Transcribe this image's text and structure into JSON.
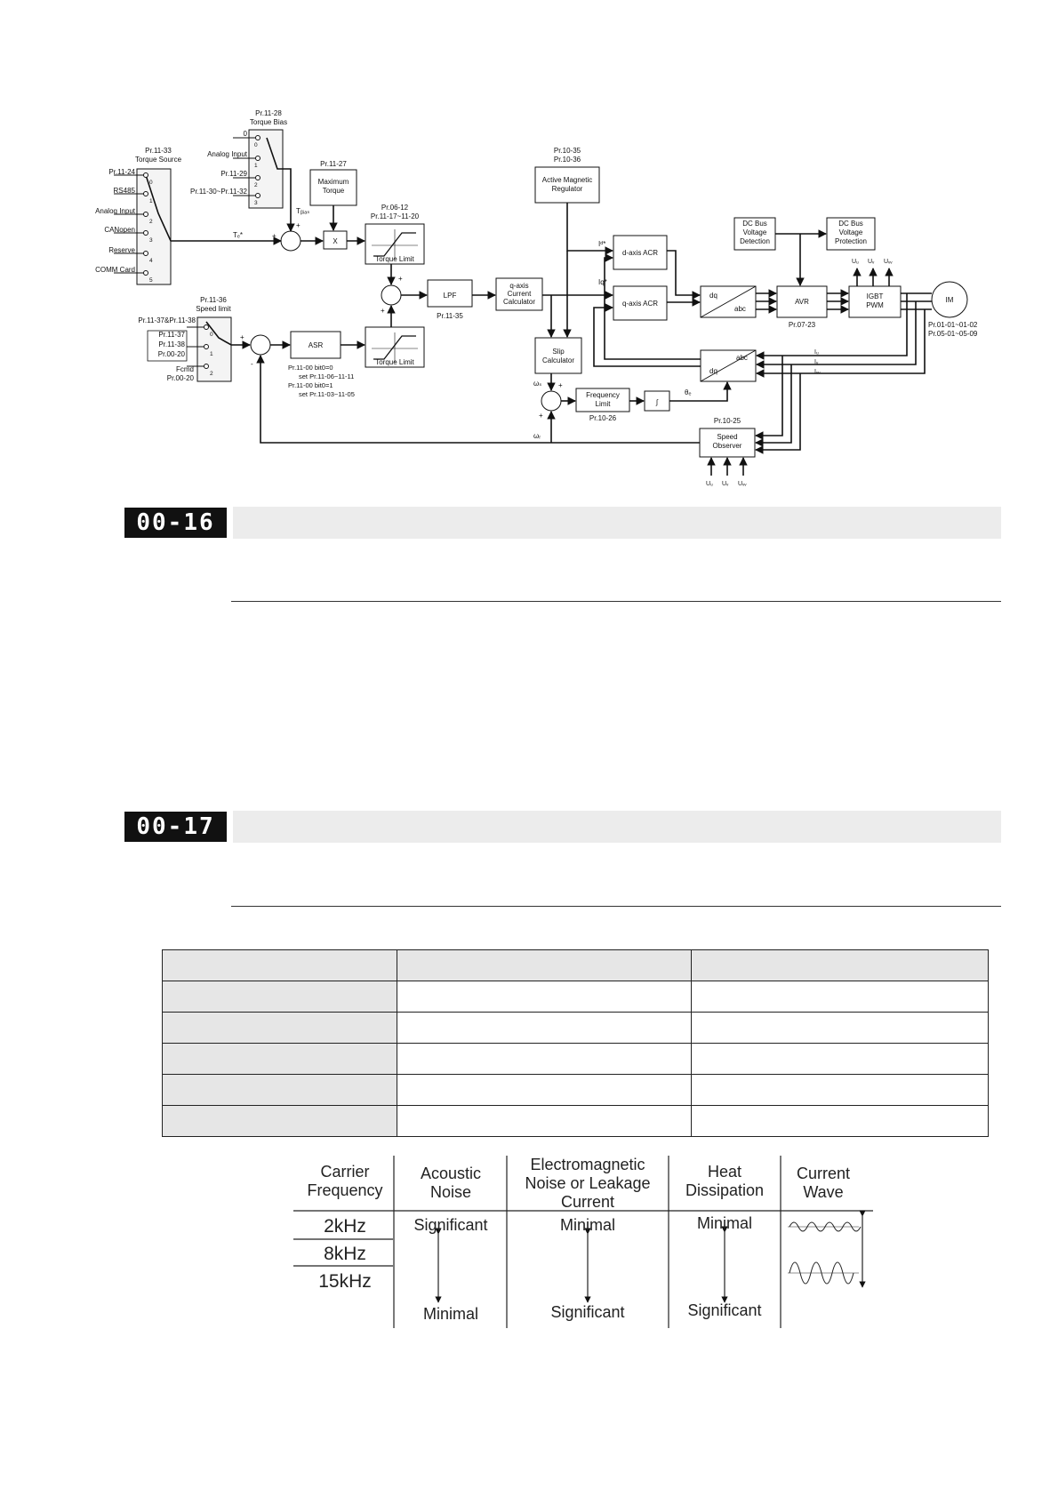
{
  "diagram": {
    "torque_source": "Pr.11-33\nTorque Source",
    "torque_bias": "Pr.11-28\nTorque Bias",
    "ts_inputs": [
      "Pr.11-24",
      "RS485",
      "Analog Input",
      "CANopen",
      "Reserve",
      "COMM Card"
    ],
    "ts_nums": [
      "0",
      "1",
      "2",
      "3",
      "4",
      "5"
    ],
    "tb_inputs": [
      "0",
      "Analog Input",
      "Pr.11-29",
      "Pr.11-30~Pr.11-32"
    ],
    "tb_nums": [
      "0",
      "1",
      "2",
      "3"
    ],
    "max_torque_param": "Pr.11-27",
    "max_torque_label": "Maximum\nTorque",
    "mult_symbol": "X",
    "t_bias_label": "Tᵦᵢₐₛ",
    "t_ref_label": "Tₑ*",
    "torque_limit_param": "Pr.06-12\nPr.11-17~11-20",
    "torque_limit_label": "Torque Limit",
    "lpf_label": "LPF",
    "lpf_param": "Pr.11-35",
    "qaxis_label": "q-axis\nCurrent\nCalculator",
    "amr_param": "Pr.10-35\nPr.10-36",
    "amr_label": "Active Magnetic\nRegulator",
    "daxis_acr": "d-axis ACR",
    "qaxis_acr": "q-axis ACR",
    "id_label": "Iᵈ*",
    "iq_label": "Iq*",
    "dq": "dq",
    "abc": "abc",
    "dc_detect": "DC Bus\nVoltage\nDetection",
    "dc_protect": "DC Bus\nVoltage\nProtection",
    "avr": "AVR",
    "avr_param": "Pr.07-23",
    "igbt": "IGBT\nPWM",
    "im": "IM",
    "motor_params": "Pr.01-01~01-02\nPr.05-01~05-09",
    "u_labels": [
      "Uᵤ",
      "Uᵥ",
      "Uᵥᵥ"
    ],
    "i_labels": [
      "Iᵤ",
      "Iᵥ",
      "Iᵥᵥ"
    ],
    "speed_limit": "Pr.11-36\nSpeed limit",
    "sl_inputs": [
      "Pr.11-37&Pr.11-38",
      "Pr.11-37",
      "Pr.11-38",
      "Pr.00-20",
      "Fcmd",
      "Pr.00-20"
    ],
    "sl_nums": [
      "0",
      "1",
      "2"
    ],
    "asr": "ASR",
    "asr_note": "Pr.11-00 bit0=0\n   set Pr.11-06~11-11\nPr.11-00 bit0=1\n   set Pr.11-03~11-05",
    "slip_calc": "Slip\nCalculator",
    "freq_limit": "Frequency\nLimit",
    "freq_param": "Pr.10-26",
    "integral": "∫",
    "theta": "θₑ",
    "omega_s": "ωₛ",
    "omega_r": "ωᵣ",
    "speed_obs_param": "Pr.10-25",
    "speed_obs": "Speed\nObserver",
    "plus": "+",
    "minus": "-"
  },
  "params": [
    {
      "code": "00-16",
      "title": "",
      "description": ""
    },
    {
      "code": "00-17",
      "title": "",
      "description": ""
    }
  ],
  "table": {
    "headers": [
      "",
      "",
      ""
    ],
    "rows": [
      [
        "",
        "",
        ""
      ],
      [
        "",
        "",
        ""
      ],
      [
        "",
        "",
        ""
      ],
      [
        "",
        "",
        ""
      ],
      [
        "",
        "",
        ""
      ]
    ]
  },
  "carrier": {
    "headers": [
      "Carrier\nFrequency",
      "Acoustic\nNoise",
      "Electromagnetic\nNoise or Leakage\nCurrent",
      "Heat\nDissipation",
      "Current\nWave"
    ],
    "freqs": [
      "2kHz",
      "8kHz",
      "15kHz"
    ],
    "acoustic_top": "Significant",
    "acoustic_bottom": "Minimal",
    "em_top": "Minimal",
    "em_bottom": "Significant",
    "heat_top": "Minimal",
    "heat_bottom": "Significant"
  }
}
